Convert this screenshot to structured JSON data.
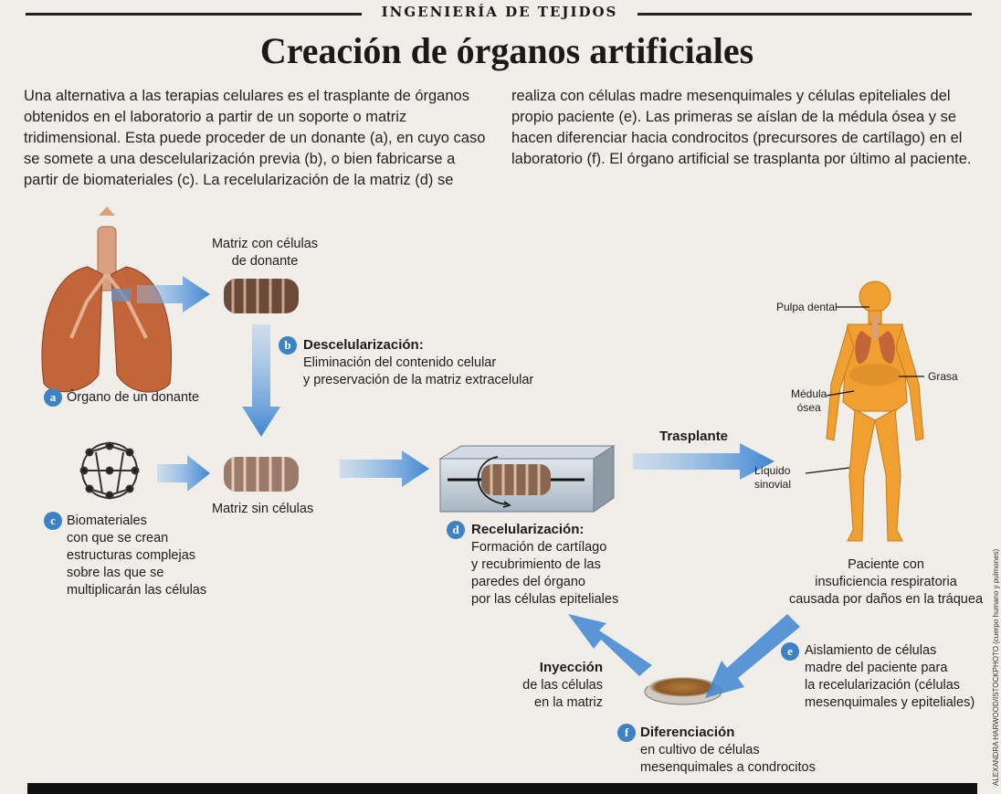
{
  "header": {
    "section": "INGENIERÍA DE TEJIDOS",
    "title": "Creación de órganos artificiales"
  },
  "intro": {
    "col1": "Una alternativa a las terapias celulares es el trasplante de órganos obtenidos en el laboratorio a partir de un soporte o matriz tridimensional. Esta puede proceder de un donante (a), en cuyo caso se somete a una descelularización previa (b), o bien fabricarse a partir de biomateriales (c). La recelularización de la matriz (d) se",
    "col2": "realiza con células madre mesenquimales y células epiteliales del propio paciente (e). Las primeras se aíslan de la médula ósea y se hacen diferenciar hacia condrocitos (precursores de cartílago) en el laboratorio (f). El órgano artificial se trasplanta por último al paciente."
  },
  "steps": {
    "a": {
      "letter": "a",
      "label": "Órgano de un donante"
    },
    "b": {
      "letter": "b",
      "title": "Descelularización:",
      "line1": "Eliminación del contenido celular",
      "line2": "y preservación de la matriz extracelular"
    },
    "c": {
      "letter": "c",
      "line1": "Biomateriales",
      "line2": "con que se crean",
      "line3": "estructuras complejas",
      "line4": "sobre las que se",
      "line5": "multiplicarán las células"
    },
    "d": {
      "letter": "d",
      "title": "Recelularización:",
      "line1": "Formación de cartílago",
      "line2": "y recubrimiento de las",
      "line3": "paredes del órgano",
      "line4": "por las células epiteliales"
    },
    "e": {
      "letter": "e",
      "line1": "Aislamiento de células",
      "line2": "madre del paciente para",
      "line3": "la recelularización (células",
      "line4": "mesenquimales y epiteliales)"
    },
    "f": {
      "letter": "f",
      "title": "Diferenciación",
      "line1": "en cultivo de células",
      "line2": "mesenquimales a condrocitos"
    }
  },
  "labels": {
    "matrix_donor_1": "Matriz con células",
    "matrix_donor_2": "de donante",
    "matrix_no_cells": "Matriz sin células",
    "transplant": "Trasplante",
    "injection_title": "Inyección",
    "injection_1": "de las células",
    "injection_2": "en la matriz",
    "patient_1": "Paciente con",
    "patient_2": "insuficiencia respiratoria",
    "patient_3": "causada por daños en la tráquea",
    "pulpa": "Pulpa dental",
    "grasa": "Grasa",
    "medula_1": "Médula",
    "medula_2": "ósea",
    "liquido_1": "Líquido",
    "liquido_2": "sinovial"
  },
  "credit": "ALEXANDRA HARWOOD/ISTOCKPHOTO (cuerpo humano y pulmones)",
  "colors": {
    "arrow": "#4a8fd6",
    "badge": "#3c82c4",
    "skin": "#f0a030",
    "lung": "#c2663a"
  }
}
